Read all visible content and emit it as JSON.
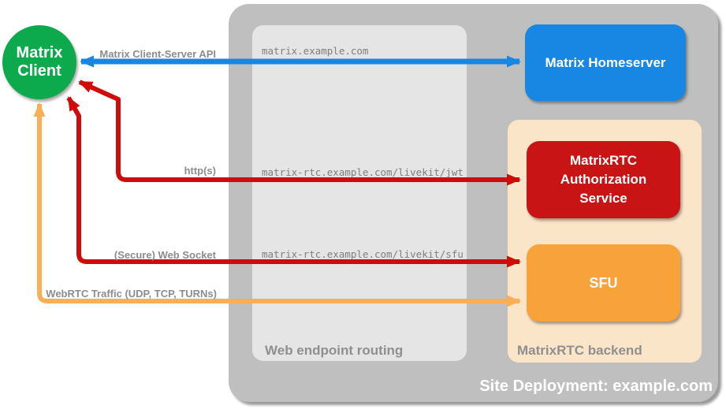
{
  "client": {
    "label": "Matrix Client"
  },
  "site": {
    "label": "Site Deployment: example.com"
  },
  "routing": {
    "label": "Web endpoint routing",
    "endpoints": [
      "matrix.example.com",
      "matrix-rtc.example.com/livekit/jwt",
      "matrix-rtc.example.com/livekit/sfu"
    ]
  },
  "backend": {
    "label": "MatrixRTC backend"
  },
  "nodes": {
    "homeserver": {
      "label": "Matrix Homeserver",
      "color": "#1787E3"
    },
    "auth_service": {
      "label": "MatrixRTC Authorization Service",
      "color": "#C81414"
    },
    "sfu": {
      "label": "SFU",
      "color": "#F8A23C"
    }
  },
  "connections": [
    {
      "label": "Matrix Client-Server API",
      "color": "#1787E3",
      "from": "Matrix Client",
      "to": "Matrix Homeserver",
      "bidirectional": true
    },
    {
      "label": "http(s)",
      "color": "#CF0C0C",
      "from": "Matrix Client",
      "to": "MatrixRTC Authorization Service",
      "bidirectional": true
    },
    {
      "label": "(Secure) Web Socket",
      "color": "#CF0C0C",
      "from": "Matrix Client",
      "to": "SFU",
      "bidirectional": true
    },
    {
      "label": "WebRTC Traffic (UDP, TCP, TURNs)",
      "color": "#FAAE55",
      "from": "Matrix Client",
      "to": "SFU",
      "bidirectional": true
    }
  ],
  "colors": {
    "client_green": "#0DAA4D",
    "site_box_gray": "#BFBFBF",
    "routing_box_gray": "#E5E5E5",
    "backend_peach": "#FBE5C9",
    "label_gray": "#8C8C8C",
    "endpoint_text_gray": "#7F7F7F"
  }
}
